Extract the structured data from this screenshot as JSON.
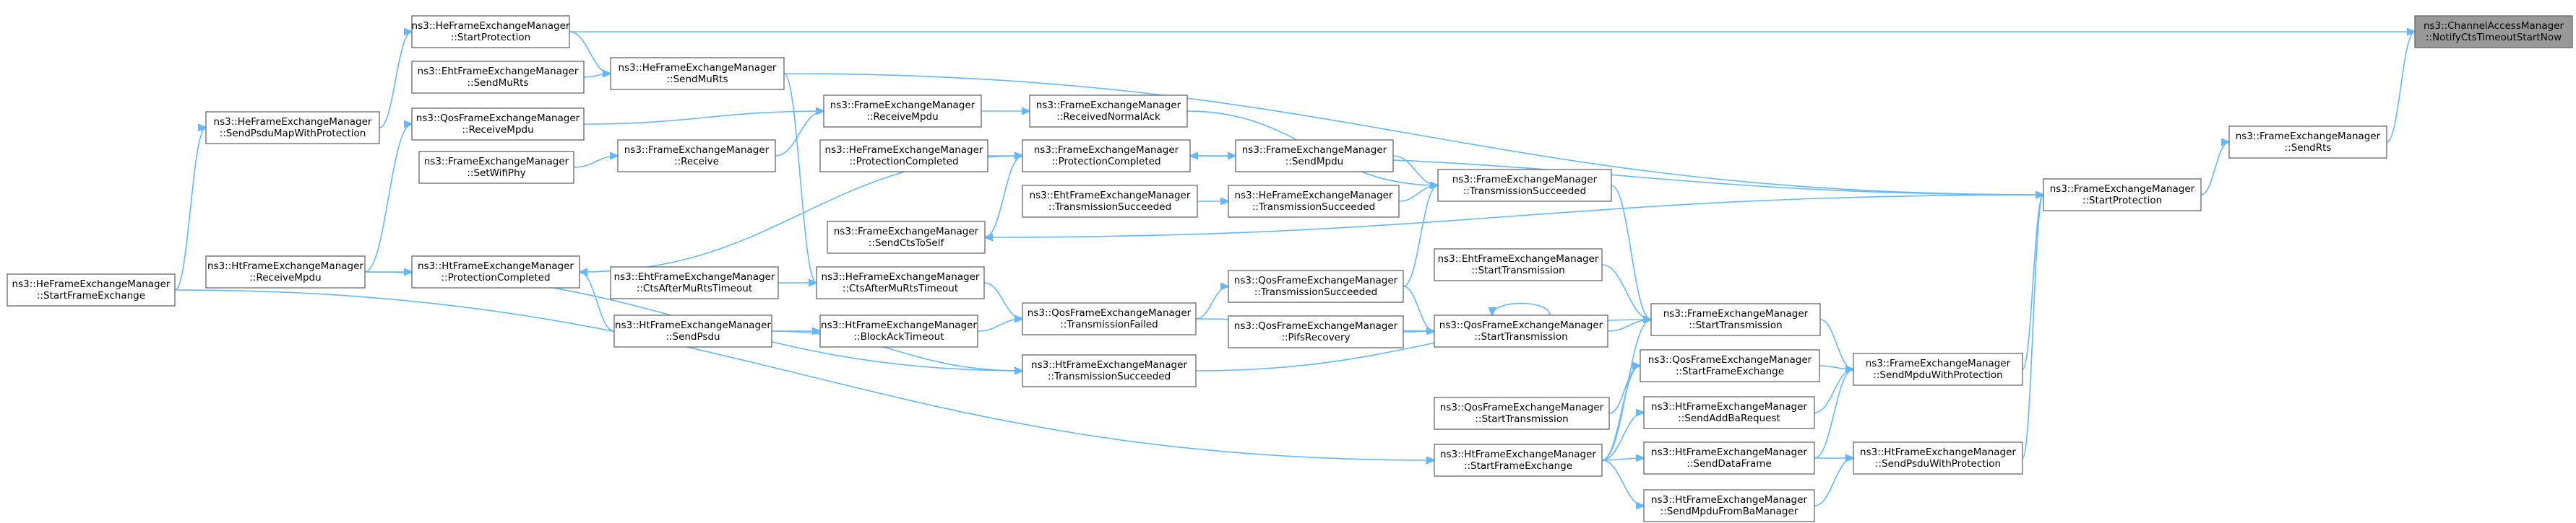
{
  "colors": {
    "edge": "#63b8ff",
    "node_border": "#666666",
    "root_fill": "#999999",
    "node_fill": "#ffffff"
  },
  "graph": {
    "title": "",
    "nodes": [
      {
        "id": "root",
        "lines": [
          "ns3::ChannelAccessManager",
          "::NotifyCtsTimeoutStartNow"
        ],
        "root": true
      },
      {
        "id": "fem_sendrts",
        "lines": [
          "ns3::FrameExchangeManager",
          "::SendRts"
        ]
      },
      {
        "id": "fem_startprot",
        "lines": [
          "ns3::FrameExchangeManager",
          "::StartProtection"
        ]
      },
      {
        "id": "hefem_startprot",
        "lines": [
          "ns3::HeFrameExchangeManager",
          "::StartProtection"
        ]
      },
      {
        "id": "hefem_sendmurts",
        "lines": [
          "ns3::HeFrameExchangeManager",
          "::SendMuRts"
        ]
      },
      {
        "id": "ehtfem_sendmurts",
        "lines": [
          "ns3::EhtFrameExchangeManager",
          "::SendMuRts"
        ]
      },
      {
        "id": "hefem_sendpsdumap",
        "lines": [
          "ns3::HeFrameExchangeManager",
          "::SendPsduMapWithProtection"
        ]
      },
      {
        "id": "hefem_startfe",
        "lines": [
          "ns3::HeFrameExchangeManager",
          "::StartFrameExchange"
        ]
      },
      {
        "id": "qosfem_receivempdu",
        "lines": [
          "ns3::QosFrameExchangeManager",
          "::ReceiveMpdu"
        ]
      },
      {
        "id": "htfem_receivempdu",
        "lines": [
          "ns3::HtFrameExchangeManager",
          "::ReceiveMpdu"
        ]
      },
      {
        "id": "fem_setwifiphy",
        "lines": [
          "ns3::FrameExchangeManager",
          "::SetWifiPhy"
        ]
      },
      {
        "id": "fem_receive",
        "lines": [
          "ns3::FrameExchangeManager",
          "::Receive"
        ]
      },
      {
        "id": "fem_receivempdu",
        "lines": [
          "ns3::FrameExchangeManager",
          "::ReceiveMpdu"
        ]
      },
      {
        "id": "fem_recvnormalack",
        "lines": [
          "ns3::FrameExchangeManager",
          "::ReceivedNormalAck"
        ]
      },
      {
        "id": "hefem_protcomp",
        "lines": [
          "ns3::HeFrameExchangeManager",
          "::ProtectionCompleted"
        ]
      },
      {
        "id": "fem_protcomp",
        "lines": [
          "ns3::FrameExchangeManager",
          "::ProtectionCompleted"
        ]
      },
      {
        "id": "fem_sendmpdu",
        "lines": [
          "ns3::FrameExchangeManager",
          "::SendMpdu"
        ]
      },
      {
        "id": "ehtfem_txsucc",
        "lines": [
          "ns3::EhtFrameExchangeManager",
          "::TransmissionSucceeded"
        ]
      },
      {
        "id": "hefem_txsucc",
        "lines": [
          "ns3::HeFrameExchangeManager",
          "::TransmissionSucceeded"
        ]
      },
      {
        "id": "fem_txsucc",
        "lines": [
          "ns3::FrameExchangeManager",
          "::TransmissionSucceeded"
        ]
      },
      {
        "id": "fem_sendctstoself",
        "lines": [
          "ns3::FrameExchangeManager",
          "::SendCtsToSelf"
        ]
      },
      {
        "id": "htfem_protcomp",
        "lines": [
          "ns3::HtFrameExchangeManager",
          "::ProtectionCompleted"
        ]
      },
      {
        "id": "ehtfem_ctsafter",
        "lines": [
          "ns3::EhtFrameExchangeManager",
          "::CtsAfterMuRtsTimeout"
        ]
      },
      {
        "id": "hefem_ctsafter",
        "lines": [
          "ns3::HeFrameExchangeManager",
          "::CtsAfterMuRtsTimeout"
        ]
      },
      {
        "id": "htfem_sendpsdu",
        "lines": [
          "ns3::HtFrameExchangeManager",
          "::SendPsdu"
        ]
      },
      {
        "id": "htfem_blockack",
        "lines": [
          "ns3::HtFrameExchangeManager",
          "::BlockAckTimeout"
        ]
      },
      {
        "id": "qosfem_txfailed",
        "lines": [
          "ns3::QosFrameExchangeManager",
          "::TransmissionFailed"
        ]
      },
      {
        "id": "htfem_txsucc",
        "lines": [
          "ns3::HtFrameExchangeManager",
          "::TransmissionSucceeded"
        ]
      },
      {
        "id": "qosfem_txsucc",
        "lines": [
          "ns3::QosFrameExchangeManager",
          "::TransmissionSucceeded"
        ]
      },
      {
        "id": "qosfem_pifs",
        "lines": [
          "ns3::QosFrameExchangeManager",
          "::PifsRecovery"
        ]
      },
      {
        "id": "qosfem_starttx",
        "lines": [
          "ns3::QosFrameExchangeManager",
          "::StartTransmission"
        ]
      },
      {
        "id": "ehtfem_starttx",
        "lines": [
          "ns3::EhtFrameExchangeManager",
          "::StartTransmission"
        ]
      },
      {
        "id": "fem_starttx",
        "lines": [
          "ns3::FrameExchangeManager",
          "::StartTransmission"
        ]
      },
      {
        "id": "qosfem_starttx2",
        "lines": [
          "ns3::QosFrameExchangeManager",
          "::StartTransmission"
        ]
      },
      {
        "id": "qosfem_startfe",
        "lines": [
          "ns3::QosFrameExchangeManager",
          "::StartFrameExchange"
        ]
      },
      {
        "id": "htfem_sendaddba",
        "lines": [
          "ns3::HtFrameExchangeManager",
          "::SendAddBaRequest"
        ]
      },
      {
        "id": "htfem_startfe",
        "lines": [
          "ns3::HtFrameExchangeManager",
          "::StartFrameExchange"
        ]
      },
      {
        "id": "htfem_senddata",
        "lines": [
          "ns3::HtFrameExchangeManager",
          "::SendDataFrame"
        ]
      },
      {
        "id": "htfem_sendmpdufromba",
        "lines": [
          "ns3::HtFrameExchangeManager",
          "::SendMpduFromBaManager"
        ]
      },
      {
        "id": "fem_sendmpduwithprot",
        "lines": [
          "ns3::FrameExchangeManager",
          "::SendMpduWithProtection"
        ]
      },
      {
        "id": "htfem_sendpsduwithprot",
        "lines": [
          "ns3::HtFrameExchangeManager",
          "::SendPsduWithProtection"
        ]
      }
    ],
    "edges": [
      {
        "from": "fem_sendrts",
        "to": "root"
      },
      {
        "from": "hefem_startprot",
        "to": "root"
      },
      {
        "from": "fem_startprot",
        "to": "fem_sendrts"
      },
      {
        "from": "fem_sendmpduwithprot",
        "to": "fem_startprot"
      },
      {
        "from": "htfem_sendpsduwithprot",
        "to": "fem_startprot"
      },
      {
        "from": "fem_startprot",
        "to": "fem_protcomp"
      },
      {
        "from": "fem_startprot",
        "to": "fem_sendctstoself"
      },
      {
        "from": "hefem_sendmurts",
        "to": "fem_startprot"
      },
      {
        "from": "hefem_sendpsdumap",
        "to": "hefem_startprot"
      },
      {
        "from": "hefem_startfe",
        "to": "hefem_sendpsdumap"
      },
      {
        "from": "hefem_startprot",
        "to": "hefem_sendmurts"
      },
      {
        "from": "ehtfem_sendmurts",
        "to": "hefem_sendmurts"
      },
      {
        "from": "hefem_sendmurts",
        "to": "hefem_ctsafter"
      },
      {
        "from": "htfem_receivempdu",
        "to": "qosfem_receivempdu"
      },
      {
        "from": "qosfem_receivempdu",
        "to": "fem_receivempdu"
      },
      {
        "from": "fem_setwifiphy",
        "to": "fem_receive"
      },
      {
        "from": "fem_receive",
        "to": "fem_receivempdu"
      },
      {
        "from": "fem_receivempdu",
        "to": "fem_recvnormalack"
      },
      {
        "from": "fem_recvnormalack",
        "to": "fem_txsucc"
      },
      {
        "from": "hefem_protcomp",
        "to": "fem_protcomp"
      },
      {
        "from": "fem_protcomp",
        "to": "fem_sendmpdu"
      },
      {
        "from": "fem_sendmpdu",
        "to": "fem_txsucc"
      },
      {
        "from": "ehtfem_txsucc",
        "to": "hefem_txsucc"
      },
      {
        "from": "hefem_txsucc",
        "to": "fem_txsucc"
      },
      {
        "from": "qosfem_txsucc",
        "to": "fem_txsucc"
      },
      {
        "from": "fem_txsucc",
        "to": "fem_starttx"
      },
      {
        "from": "fem_sendctstoself",
        "to": "fem_protcomp"
      },
      {
        "from": "htfem_protcomp",
        "to": "fem_protcomp"
      },
      {
        "from": "htfem_receivempdu",
        "to": "htfem_protcomp"
      },
      {
        "from": "htfem_sendpsdu",
        "to": "htfem_protcomp"
      },
      {
        "from": "ehtfem_ctsafter",
        "to": "hefem_ctsafter"
      },
      {
        "from": "hefem_ctsafter",
        "to": "qosfem_txfailed"
      },
      {
        "from": "htfem_sendpsdu",
        "to": "htfem_blockack"
      },
      {
        "from": "htfem_blockack",
        "to": "qosfem_txfailed"
      },
      {
        "from": "htfem_sendpsdu",
        "to": "htfem_txsucc"
      },
      {
        "from": "htfem_receivempdu",
        "to": "htfem_txsucc"
      },
      {
        "from": "qosfem_txfailed",
        "to": "qosfem_starttx"
      },
      {
        "from": "qosfem_txfailed",
        "to": "qosfem_txsucc"
      },
      {
        "from": "qosfem_pifs",
        "to": "qosfem_starttx"
      },
      {
        "from": "qosfem_txsucc",
        "to": "qosfem_starttx"
      },
      {
        "from": "qosfem_starttx",
        "to": "qosfem_starttx"
      },
      {
        "from": "qosfem_starttx",
        "to": "fem_starttx"
      },
      {
        "from": "ehtfem_starttx",
        "to": "fem_starttx"
      },
      {
        "from": "htfem_txsucc",
        "to": "fem_starttx"
      },
      {
        "from": "htfem_startfe",
        "to": "fem_starttx"
      },
      {
        "from": "fem_starttx",
        "to": "fem_sendmpduwithprot"
      },
      {
        "from": "qosfem_startfe",
        "to": "fem_sendmpduwithprot"
      },
      {
        "from": "htfem_sendaddba",
        "to": "fem_sendmpduwithprot"
      },
      {
        "from": "htfem_senddata",
        "to": "fem_sendmpduwithprot"
      },
      {
        "from": "qosfem_starttx2",
        "to": "qosfem_startfe"
      },
      {
        "from": "htfem_startfe",
        "to": "qosfem_startfe"
      },
      {
        "from": "htfem_startfe",
        "to": "htfem_sendaddba"
      },
      {
        "from": "htfem_startfe",
        "to": "htfem_senddata"
      },
      {
        "from": "htfem_startfe",
        "to": "htfem_sendmpdufromba"
      },
      {
        "from": "htfem_senddata",
        "to": "htfem_sendpsduwithprot"
      },
      {
        "from": "htfem_sendmpdufromba",
        "to": "htfem_sendpsduwithprot"
      },
      {
        "from": "hefem_startfe",
        "to": "htfem_startfe"
      }
    ]
  }
}
